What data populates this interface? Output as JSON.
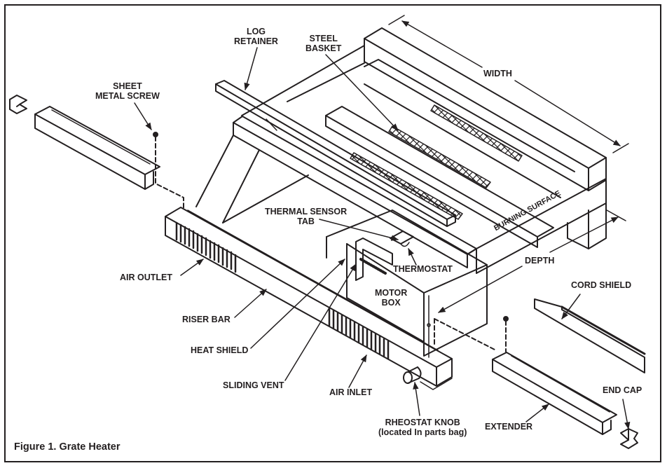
{
  "figure": {
    "caption": "Figure 1.  Grate Heater",
    "colors": {
      "ink": "#231f20",
      "background": "#ffffff"
    }
  },
  "labels": {
    "log_retainer": [
      "LOG",
      "RETAINER"
    ],
    "steel_basket": [
      "STEEL",
      "BASKET"
    ],
    "sheet_metal_screw": [
      "SHEET",
      "METAL SCREW"
    ],
    "width": "WIDTH",
    "burning_surface": "BURNING SURFACE",
    "thermal_sensor_tab": [
      "THERMAL SENSOR",
      "TAB"
    ],
    "thermostat": "THERMOSTAT",
    "depth": "DEPTH",
    "cord_shield": "CORD SHIELD",
    "motor_box": [
      "MOTOR",
      "BOX"
    ],
    "air_outlet": "AIR OUTLET",
    "riser_bar": "RISER BAR",
    "heat_shield": "HEAT SHIELD",
    "sliding_vent": "SLIDING VENT",
    "air_inlet": "AIR INLET",
    "rheostat_knob": [
      "RHEOSTAT KNOB",
      "(located In parts bag)"
    ],
    "extender": "EXTENDER",
    "end_cap": "END CAP"
  }
}
